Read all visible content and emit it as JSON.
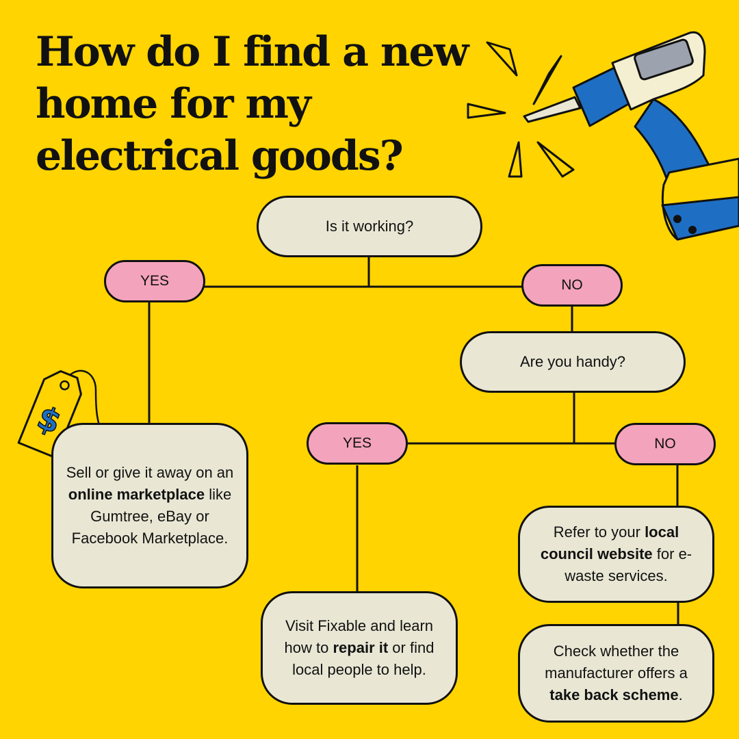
{
  "title": "How do I find a new home for my electrical goods?",
  "colors": {
    "background": "#FFD400",
    "node_fill": "#E9E7D4",
    "pill_fill": "#F4A3BC",
    "drill_blue": "#1E6FC4",
    "outline": "#111111"
  },
  "icons": [
    "cordless-drill-icon",
    "price-tag-icon",
    "dollar-sign-icon"
  ],
  "tag_symbol": "$",
  "q1": {
    "text": "Is it working?"
  },
  "q1_yes": "YES",
  "q1_no": "NO",
  "q2": {
    "text": "Are you handy?"
  },
  "q2_yes": "YES",
  "q2_no": "NO",
  "outcome_sell": {
    "p1": "Sell or give it away on an ",
    "b1": "online marketplace",
    "p2": " like Gumtree, eBay or Facebook Marketplace."
  },
  "outcome_repair": {
    "p1": "Visit Fixable and learn how to ",
    "b1": "repair it",
    "p2": " or find local people to help."
  },
  "outcome_council": {
    "p1": "Refer to your ",
    "b1": "local council website",
    "p2": " for e-waste services."
  },
  "outcome_manufacturer": {
    "p1": "Check whether the manufacturer offers a ",
    "b1": "take back scheme",
    "p2": "."
  }
}
